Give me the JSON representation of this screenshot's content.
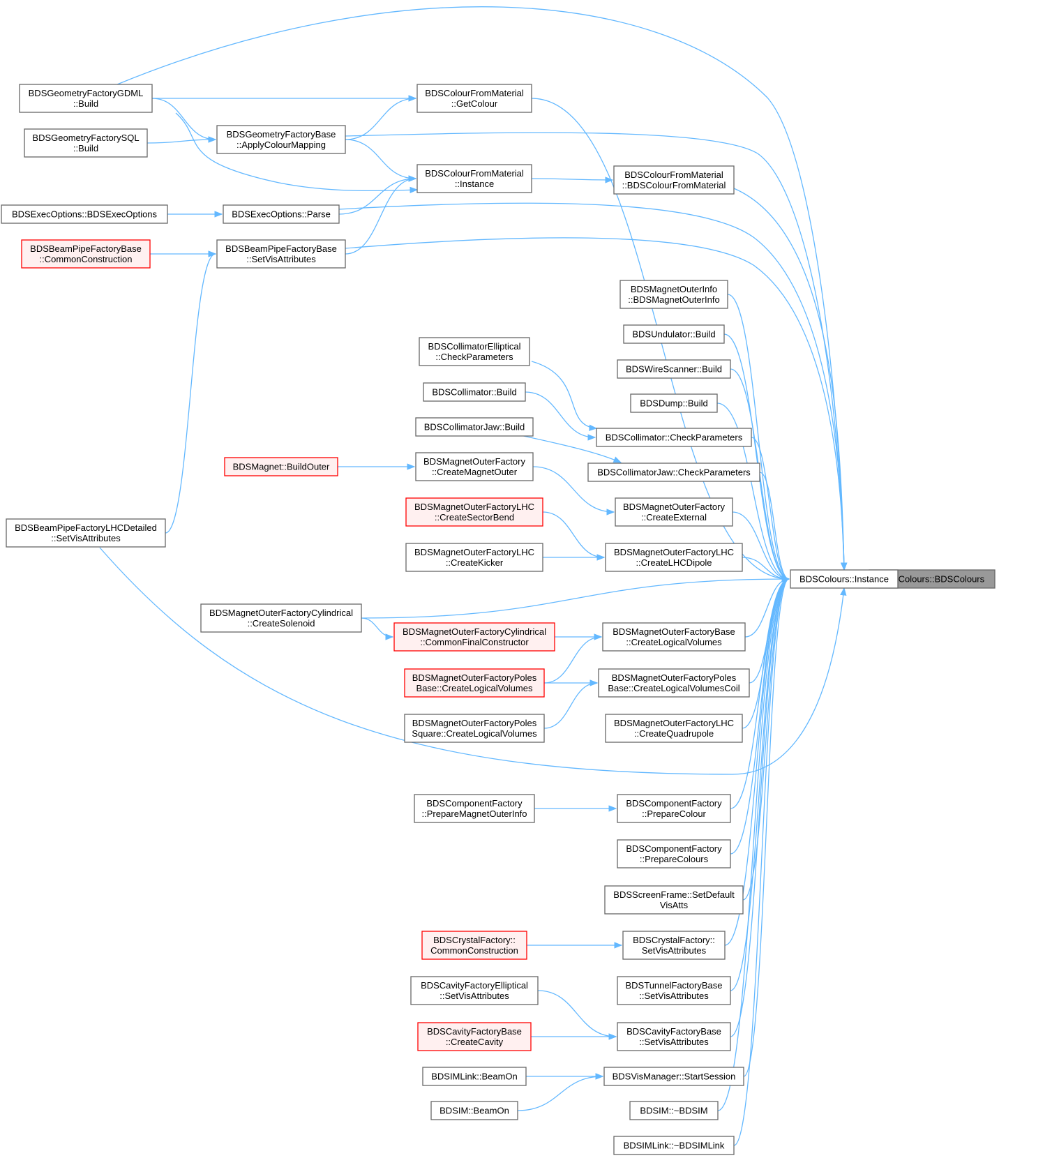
{
  "title": "",
  "nodes": [
    {
      "id": "target",
      "lines": [
        "BDSColours::BDSColours"
      ],
      "style": "grey"
    },
    {
      "id": "instance",
      "lines": [
        "BDSColours::Instance"
      ]
    },
    {
      "id": "gdml",
      "lines": [
        "BDSGeometryFactoryGDML",
        "::Build"
      ]
    },
    {
      "id": "sql",
      "lines": [
        "BDSGeometryFactorySQL",
        "::Build"
      ]
    },
    {
      "id": "execopt",
      "lines": [
        "BDSExecOptions::BDSExecOptions"
      ]
    },
    {
      "id": "bpcommon",
      "lines": [
        "BDSBeamPipeFactoryBase",
        "::CommonConstruction"
      ],
      "style": "red"
    },
    {
      "id": "bplhc",
      "lines": [
        "BDSBeamPipeFactoryLHCDetailed",
        "::SetVisAttributes"
      ]
    },
    {
      "id": "getcolour",
      "lines": [
        "BDSColourFromMaterial",
        "::GetColour"
      ]
    },
    {
      "id": "applycm",
      "lines": [
        "BDSGeometryFactoryBase",
        "::ApplyColourMapping"
      ]
    },
    {
      "id": "cfminst",
      "lines": [
        "BDSColourFromMaterial",
        "::Instance"
      ]
    },
    {
      "id": "parse",
      "lines": [
        "BDSExecOptions::Parse"
      ]
    },
    {
      "id": "bpsetvis",
      "lines": [
        "BDSBeamPipeFactoryBase",
        "::SetVisAttributes"
      ]
    },
    {
      "id": "cfmctor",
      "lines": [
        "BDSColourFromMaterial",
        "::BDSColourFromMaterial"
      ]
    },
    {
      "id": "magouterinfo",
      "lines": [
        "BDSMagnetOuterInfo",
        "::BDSMagnetOuterInfo"
      ]
    },
    {
      "id": "undulator",
      "lines": [
        "BDSUndulator::Build"
      ]
    },
    {
      "id": "wirescanner",
      "lines": [
        "BDSWireScanner::Build"
      ]
    },
    {
      "id": "dump",
      "lines": [
        "BDSDump::Build"
      ]
    },
    {
      "id": "collellcheck",
      "lines": [
        "BDSCollimatorElliptical",
        "::CheckParameters"
      ]
    },
    {
      "id": "collbuild",
      "lines": [
        "BDSCollimator::Build"
      ]
    },
    {
      "id": "colljawbuild",
      "lines": [
        "BDSCollimatorJaw::Build"
      ]
    },
    {
      "id": "collcheck",
      "lines": [
        "BDSCollimator::CheckParameters"
      ]
    },
    {
      "id": "colljawcheck",
      "lines": [
        "BDSCollimatorJaw::CheckParameters"
      ]
    },
    {
      "id": "buildouter",
      "lines": [
        "BDSMagnet::BuildOuter"
      ],
      "style": "red"
    },
    {
      "id": "createmagouter",
      "lines": [
        "BDSMagnetOuterFactory",
        "::CreateMagnetOuter"
      ]
    },
    {
      "id": "createexternal",
      "lines": [
        "BDSMagnetOuterFactory",
        "::CreateExternal"
      ]
    },
    {
      "id": "sectorbend",
      "lines": [
        "BDSMagnetOuterFactoryLHC",
        "::CreateSectorBend"
      ],
      "style": "red"
    },
    {
      "id": "kicker",
      "lines": [
        "BDSMagnetOuterFactoryLHC",
        "::CreateKicker"
      ]
    },
    {
      "id": "lhcdipole",
      "lines": [
        "BDSMagnetOuterFactoryLHC",
        "::CreateLHCDipole"
      ]
    },
    {
      "id": "solenoid",
      "lines": [
        "BDSMagnetOuterFactoryCylindrical",
        "::CreateSolenoid"
      ]
    },
    {
      "id": "cylfinal",
      "lines": [
        "BDSMagnetOuterFactoryCylindrical",
        "::CommonFinalConstructor"
      ],
      "style": "red"
    },
    {
      "id": "baselogical",
      "lines": [
        "BDSMagnetOuterFactoryBase",
        "::CreateLogicalVolumes"
      ]
    },
    {
      "id": "polesbaselogical",
      "lines": [
        "BDSMagnetOuterFactoryPoles",
        "Base::CreateLogicalVolumes"
      ],
      "style": "red"
    },
    {
      "id": "polesbasecoil",
      "lines": [
        "BDSMagnetOuterFactoryPoles",
        "Base::CreateLogicalVolumesCoil"
      ]
    },
    {
      "id": "polessquare",
      "lines": [
        "BDSMagnetOuterFactoryPoles",
        "Square::CreateLogicalVolumes"
      ]
    },
    {
      "id": "quadrupole",
      "lines": [
        "BDSMagnetOuterFactoryLHC",
        "::CreateQuadrupole"
      ]
    },
    {
      "id": "preparemoi",
      "lines": [
        "BDSComponentFactory",
        "::PrepareMagnetOuterInfo"
      ]
    },
    {
      "id": "preparecolour",
      "lines": [
        "BDSComponentFactory",
        "::PrepareColour"
      ]
    },
    {
      "id": "preparecolours",
      "lines": [
        "BDSComponentFactory",
        "::PrepareColours"
      ]
    },
    {
      "id": "screenframe",
      "lines": [
        "BDSScreenFrame::SetDefault",
        "VisAtts"
      ]
    },
    {
      "id": "crystalcommon",
      "lines": [
        "BDSCrystalFactory::",
        "CommonConstruction"
      ],
      "style": "red"
    },
    {
      "id": "crystalsetvis",
      "lines": [
        "BDSCrystalFactory::",
        "SetVisAttributes"
      ]
    },
    {
      "id": "cavellsetvis",
      "lines": [
        "BDSCavityFactoryElliptical",
        "::SetVisAttributes"
      ]
    },
    {
      "id": "tunnelsetvis",
      "lines": [
        "BDSTunnelFactoryBase",
        "::SetVisAttributes"
      ]
    },
    {
      "id": "cavcreate",
      "lines": [
        "BDSCavityFactoryBase",
        "::CreateCavity"
      ],
      "style": "red"
    },
    {
      "id": "cavsetvis",
      "lines": [
        "BDSCavityFactoryBase",
        "::SetVisAttributes"
      ]
    },
    {
      "id": "linkbeamon",
      "lines": [
        "BDSIMLink::BeamOn"
      ]
    },
    {
      "id": "bdsimbeamon",
      "lines": [
        "BDSIM::BeamOn"
      ]
    },
    {
      "id": "startsession",
      "lines": [
        "BDSVisManager::StartSession"
      ]
    },
    {
      "id": "bdsimdtor",
      "lines": [
        "BDSIM::~BDSIM"
      ]
    },
    {
      "id": "linkdtor",
      "lines": [
        "BDSIMLink::~BDSIMLink"
      ]
    }
  ],
  "edges": [
    [
      "instance",
      "target"
    ],
    [
      "gdml",
      "getcolour"
    ],
    [
      "gdml",
      "applycm"
    ],
    [
      "gdml",
      "cfminst"
    ],
    [
      "gdml",
      "instance"
    ],
    [
      "sql",
      "applycm"
    ],
    [
      "applycm",
      "getcolour"
    ],
    [
      "applycm",
      "cfminst"
    ],
    [
      "applycm",
      "instance"
    ],
    [
      "getcolour",
      "instance"
    ],
    [
      "cfminst",
      "cfmctor"
    ],
    [
      "cfmctor",
      "instance"
    ],
    [
      "execopt",
      "parse"
    ],
    [
      "parse",
      "cfminst"
    ],
    [
      "parse",
      "instance"
    ],
    [
      "bpcommon",
      "bpsetvis"
    ],
    [
      "bpsetvis",
      "cfminst"
    ],
    [
      "bpsetvis",
      "instance"
    ],
    [
      "bplhc",
      "bpsetvis"
    ],
    [
      "bplhc",
      "instance"
    ],
    [
      "magouterinfo",
      "instance"
    ],
    [
      "undulator",
      "instance"
    ],
    [
      "wirescanner",
      "instance"
    ],
    [
      "dump",
      "instance"
    ],
    [
      "collellcheck",
      "collcheck"
    ],
    [
      "collbuild",
      "collcheck"
    ],
    [
      "colljawbuild",
      "colljawcheck"
    ],
    [
      "collcheck",
      "instance"
    ],
    [
      "colljawcheck",
      "instance"
    ],
    [
      "buildouter",
      "createmagouter"
    ],
    [
      "createmagouter",
      "createexternal"
    ],
    [
      "createexternal",
      "instance"
    ],
    [
      "sectorbend",
      "lhcdipole"
    ],
    [
      "kicker",
      "lhcdipole"
    ],
    [
      "lhcdipole",
      "instance"
    ],
    [
      "solenoid",
      "instance"
    ],
    [
      "solenoid",
      "cylfinal"
    ],
    [
      "cylfinal",
      "baselogical"
    ],
    [
      "polesbaselogical",
      "baselogical"
    ],
    [
      "baselogical",
      "instance"
    ],
    [
      "polesbaselogical",
      "polesbasecoil"
    ],
    [
      "polessquare",
      "polesbasecoil"
    ],
    [
      "polesbasecoil",
      "instance"
    ],
    [
      "quadrupole",
      "instance"
    ],
    [
      "preparemoi",
      "preparecolour"
    ],
    [
      "preparecolour",
      "instance"
    ],
    [
      "preparecolours",
      "instance"
    ],
    [
      "screenframe",
      "instance"
    ],
    [
      "crystalcommon",
      "crystalsetvis"
    ],
    [
      "crystalsetvis",
      "instance"
    ],
    [
      "cavellsetvis",
      "cavsetvis"
    ],
    [
      "cavcreate",
      "cavsetvis"
    ],
    [
      "cavsetvis",
      "instance"
    ],
    [
      "tunnelsetvis",
      "instance"
    ],
    [
      "linkbeamon",
      "startsession"
    ],
    [
      "bdsimbeamon",
      "startsession"
    ],
    [
      "startsession",
      "instance"
    ],
    [
      "bdsimdtor",
      "instance"
    ],
    [
      "linkdtor",
      "instance"
    ]
  ],
  "colors": {
    "edge": "#63b8ff",
    "node_border": "#666666",
    "highlight_fill": "#999999",
    "red_border": "#ff0000",
    "red_fill": "#fff0f0"
  }
}
